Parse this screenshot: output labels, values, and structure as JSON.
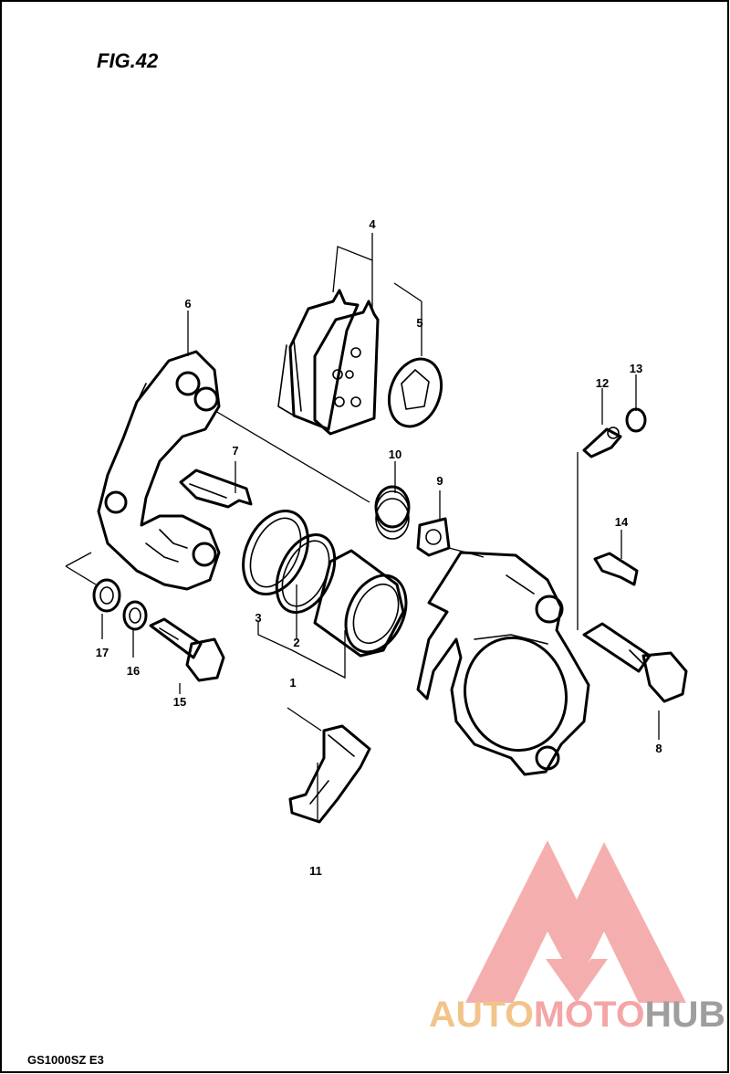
{
  "figure": {
    "title": "FIG.42",
    "model_code": "GS1000SZ  E3"
  },
  "watermark": {
    "part1": "AUTO",
    "part2": "MOTO",
    "part3": "HUB",
    "color_primary": "#f4a6a6",
    "color_secondary": "#f2c48a",
    "color_tertiary": "#9e9e9e"
  },
  "parts": [
    {
      "number": "1"
    },
    {
      "number": "2"
    },
    {
      "number": "3"
    },
    {
      "number": "4"
    },
    {
      "number": "5"
    },
    {
      "number": "6"
    },
    {
      "number": "7"
    },
    {
      "number": "8"
    },
    {
      "number": "9"
    },
    {
      "number": "10"
    },
    {
      "number": "11"
    },
    {
      "number": "12"
    },
    {
      "number": "13"
    },
    {
      "number": "14"
    },
    {
      "number": "15"
    },
    {
      "number": "16"
    },
    {
      "number": "17"
    }
  ]
}
